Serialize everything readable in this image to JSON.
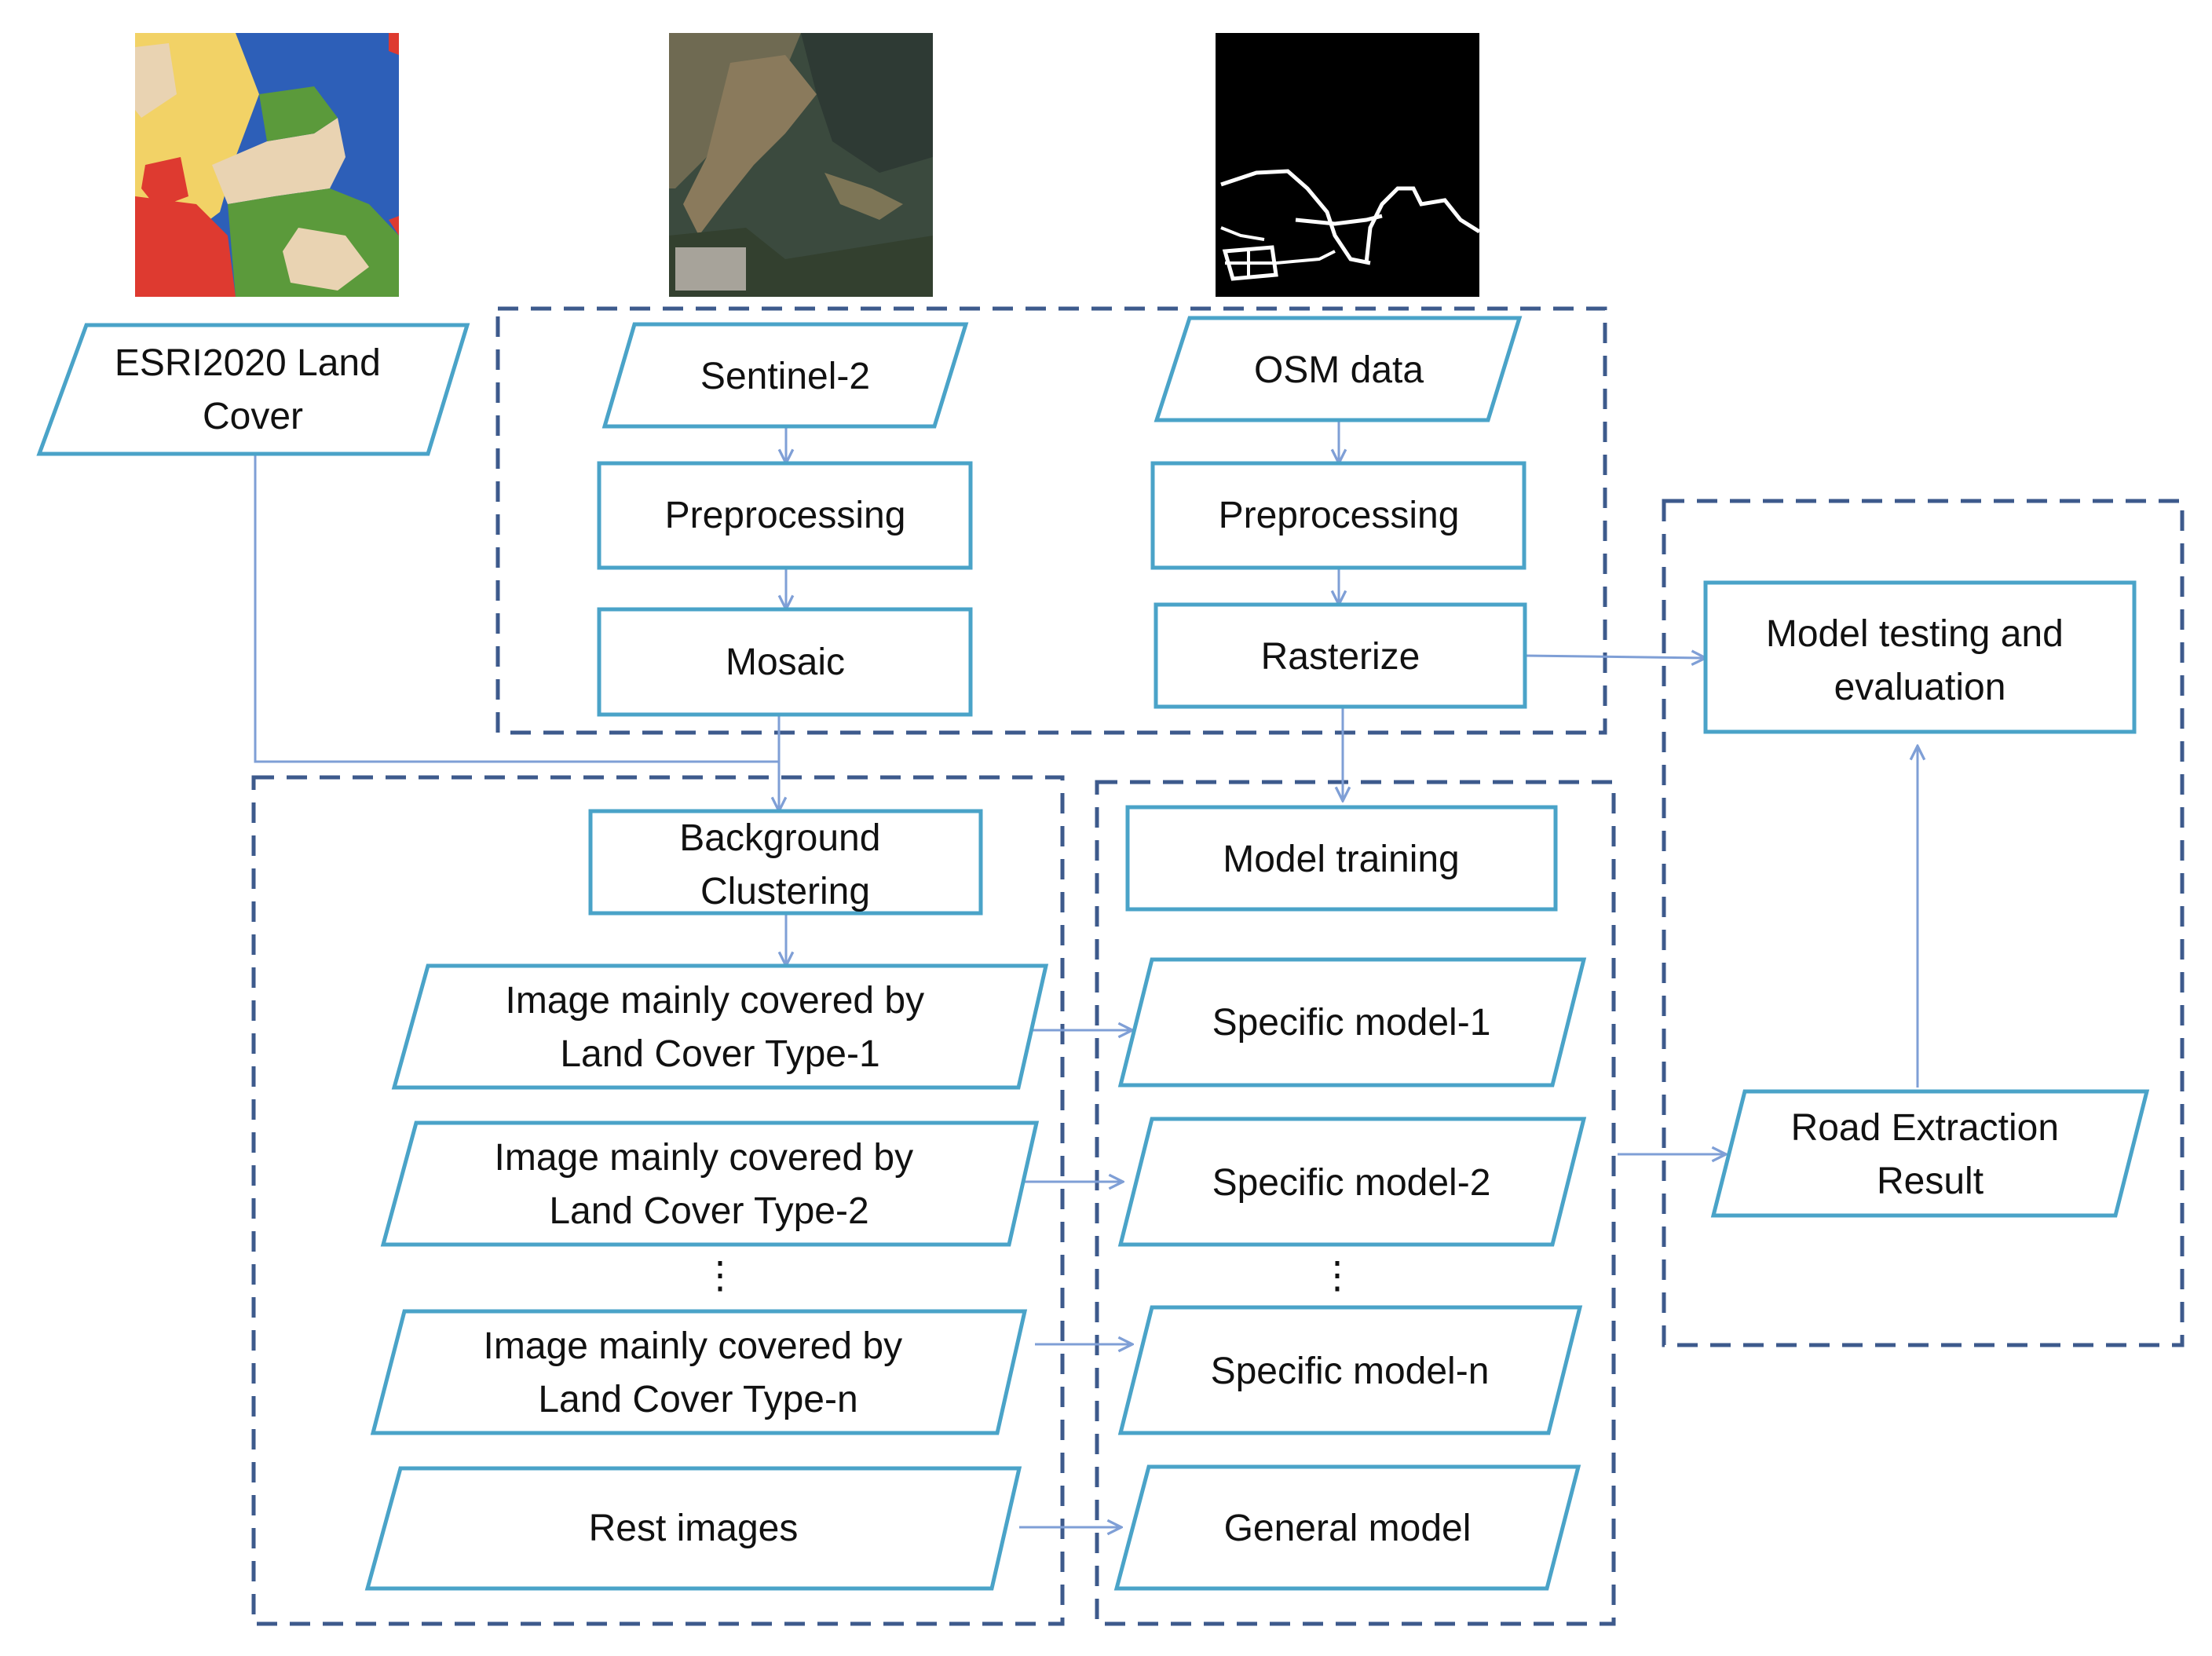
{
  "images": {
    "land_cover_thumbnail": {
      "palette": [
        "#2d5fb8",
        "#f2d266",
        "#de3a30",
        "#e9d3b2",
        "#5b9a3b"
      ]
    },
    "sentinel_thumbnail": {
      "palette": [
        "#3b4a3e",
        "#8a7a5c",
        "#2e3a34"
      ]
    },
    "osm_thumbnail": {
      "palette": [
        "#000000",
        "#ffffff"
      ]
    }
  },
  "nodes": {
    "esri_land_cover": [
      "ESRI2020 Land",
      "Cover"
    ],
    "sentinel2": [
      "Sentinel-2"
    ],
    "osm_data": [
      "OSM data"
    ],
    "preprocessing_sentinel": [
      "Preprocessing"
    ],
    "preprocessing_osm": [
      "Preprocessing"
    ],
    "mosaic": [
      "Mosaic"
    ],
    "rasterize": [
      "Rasterize"
    ],
    "model_testing": [
      "Model testing and",
      "evaluation"
    ],
    "background_clustering": [
      "Background",
      "Clustering"
    ],
    "model_training": [
      "Model training"
    ],
    "image_type_1": [
      "Image mainly covered by",
      "Land Cover Type-1"
    ],
    "image_type_2": [
      "Image mainly covered by",
      "Land Cover Type-2"
    ],
    "image_type_n": [
      "Image mainly covered by",
      "Land Cover Type-n"
    ],
    "rest_images": [
      "Rest images"
    ],
    "specific_model_1": [
      "Specific model-1"
    ],
    "specific_model_2": [
      "Specific model-2"
    ],
    "specific_model_n": [
      "Specific model-n"
    ],
    "general_model": [
      "General model"
    ],
    "road_extraction_result": [
      "Road Extraction",
      "Result"
    ]
  },
  "ellipsis": {
    "left": "⋮",
    "right": "⋮"
  },
  "colors": {
    "box_stroke": "#4aa3c8",
    "arrow": "#7f9fd6",
    "group_dash": "#3d5a8c",
    "text": "#111111"
  }
}
